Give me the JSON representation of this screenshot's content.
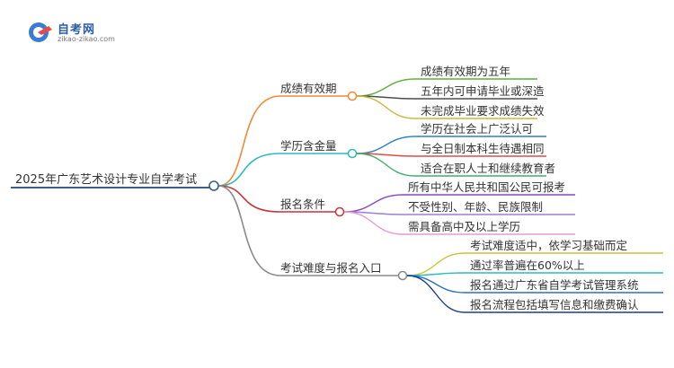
{
  "logo": {
    "title": "自考网",
    "subtitle": "zikao-zikao.com",
    "brand_color": "#2a5ba8"
  },
  "root": {
    "label": "2025年广东艺术设计专业自学考试",
    "color": "#3a5f8a"
  },
  "branches": [
    {
      "label": "成绩有效期",
      "color": "#f08a3a",
      "children": [
        {
          "label": "成绩有效期为五年",
          "color": "#5fae3c"
        },
        {
          "label": "五年内可申请毕业或深造",
          "color": "#4d4d4d"
        },
        {
          "label": "未完成毕业要求成绩失效",
          "color": "#c9b93a"
        }
      ]
    },
    {
      "label": "学历含金量",
      "color": "#2fbac0",
      "children": [
        {
          "label": "学历在社会上广泛认可",
          "color": "#2f7fc6"
        },
        {
          "label": "与全日制本科生待遇相同",
          "color": "#e04a4a"
        },
        {
          "label": "适合在职人士和继续教育者",
          "color": "#3fae6a"
        }
      ]
    },
    {
      "label": "报名条件",
      "color": "#c8343a",
      "children": [
        {
          "label": "所有中华人民共和国公民可报考",
          "color": "#8a4ac0"
        },
        {
          "label": "不受性别、年龄、民族限制",
          "color": "#9d7fd0"
        },
        {
          "label": "需具备高中及以上学历",
          "color": "#e89ad0"
        }
      ]
    },
    {
      "label": "考试难度与报名入口",
      "color": "#8a8a8a",
      "children": [
        {
          "label": "考试难度适中，依学习基础而定",
          "color": "#c9c23a"
        },
        {
          "label": "通过率普遍在60%以上",
          "color": "#2fbac0"
        },
        {
          "label": "报名通过广东省自学考试管理系统",
          "color": "#2f6fc6"
        },
        {
          "label": "报名流程包括填写信息和缴费确认",
          "color": "#1f3f8a"
        }
      ]
    }
  ]
}
